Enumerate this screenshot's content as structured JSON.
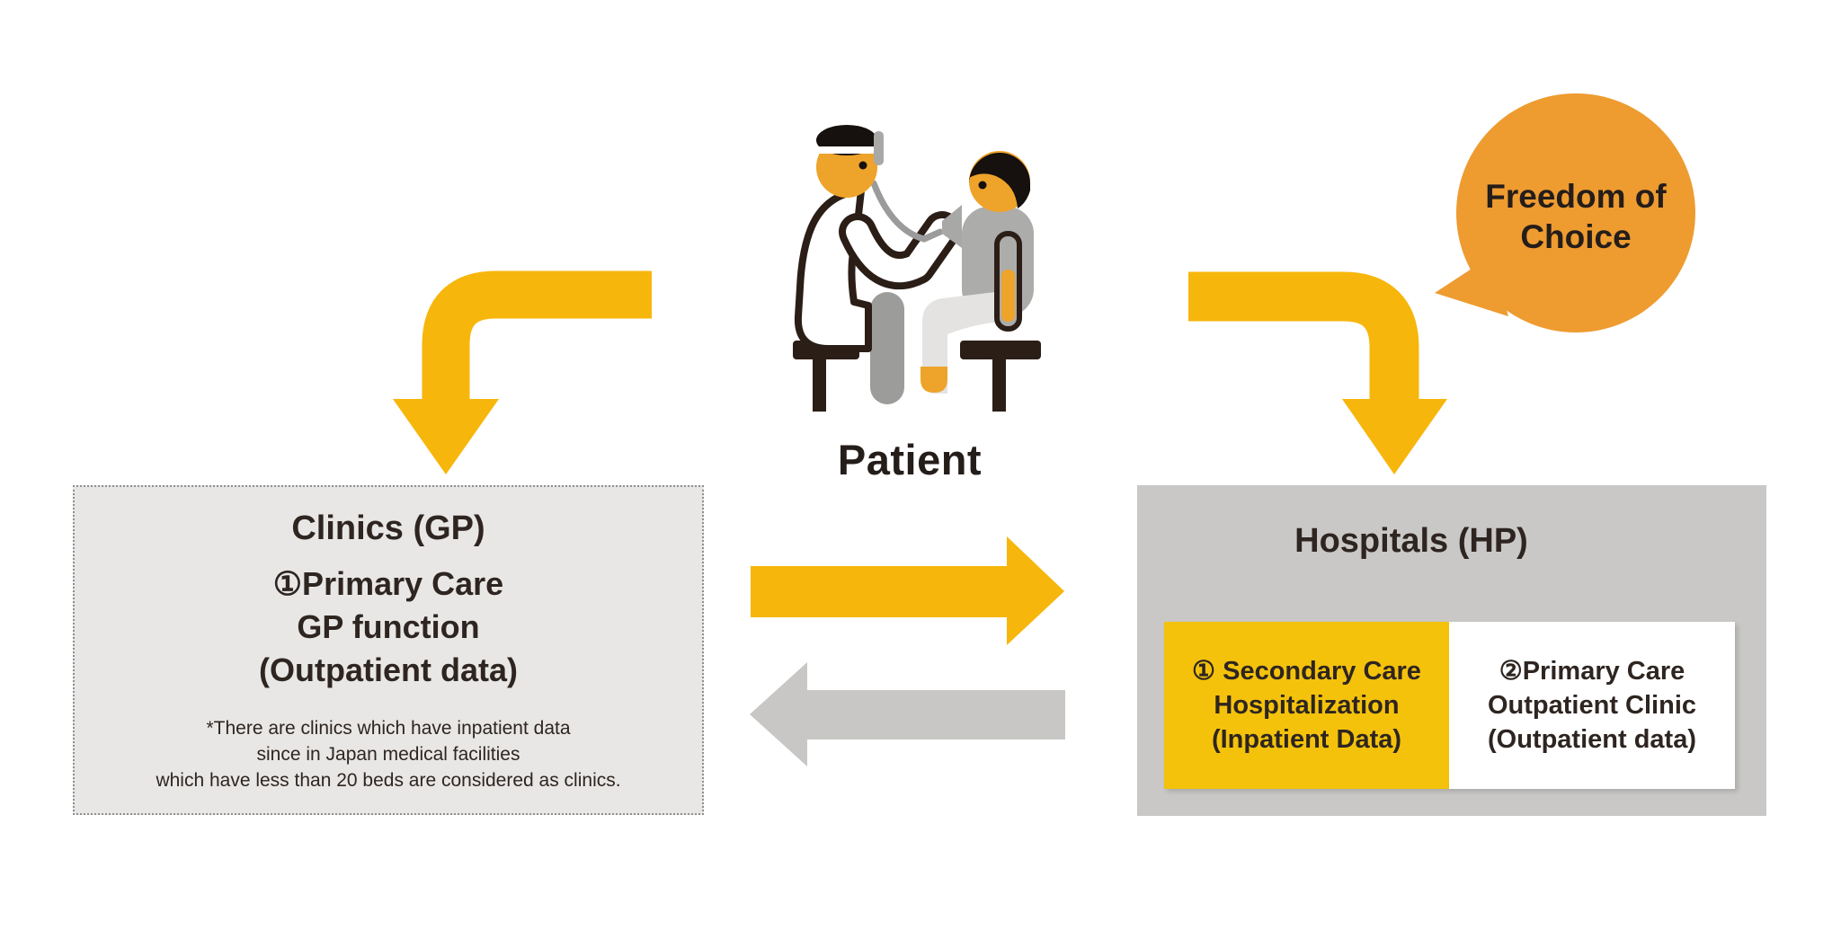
{
  "patient": {
    "label": "Patient"
  },
  "bubble": {
    "lines": [
      "Freedom of",
      "Choice"
    ]
  },
  "clinics": {
    "title": "Clinics (GP)",
    "lines": [
      "①Primary Care",
      "GP function",
      "(Outpatient data)"
    ],
    "footnote": [
      "*There are clinics which have inpatient data",
      "since in Japan medical facilities",
      "which have less than 20 beds are considered as clinics."
    ]
  },
  "hospitals": {
    "title": "Hospitals (HP)",
    "secondary": {
      "lines": [
        "① Secondary Care",
        "Hospitalization",
        "(Inpatient Data)"
      ]
    },
    "primary": {
      "lines": [
        "②Primary Care",
        "Outpatient Clinic",
        "(Outpatient data)"
      ]
    }
  },
  "icons": {
    "illustration": "doctor-examining-patient"
  },
  "colors": {
    "arrow_yellow": "#F7B60B",
    "secondary_box_yellow": "#F4C20B",
    "arrow_gray": "#C8C7C5",
    "bubble_orange": "#EE9B30",
    "clinics_bg": "#E8E7E5",
    "hospitals_bg": "#C9C8C6",
    "text_dark": "#2E2521",
    "skin_orange": "#EEA32A"
  }
}
